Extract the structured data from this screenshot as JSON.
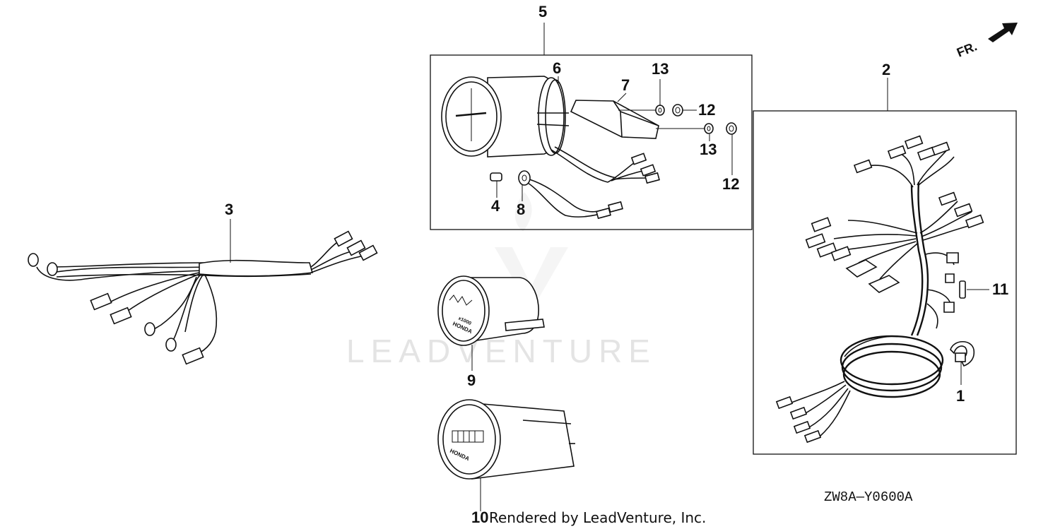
{
  "diagram": {
    "callouts": [
      {
        "id": "c1",
        "label": "1"
      },
      {
        "id": "c2",
        "label": "2"
      },
      {
        "id": "c3",
        "label": "3"
      },
      {
        "id": "c4",
        "label": "4"
      },
      {
        "id": "c5",
        "label": "5"
      },
      {
        "id": "c6",
        "label": "6"
      },
      {
        "id": "c7",
        "label": "7"
      },
      {
        "id": "c8",
        "label": "8"
      },
      {
        "id": "c9",
        "label": "9"
      },
      {
        "id": "c10",
        "label": "10"
      },
      {
        "id": "c11",
        "label": "11"
      },
      {
        "id": "c12a",
        "label": "12"
      },
      {
        "id": "c12b",
        "label": "12"
      },
      {
        "id": "c13a",
        "label": "13"
      },
      {
        "id": "c13b",
        "label": "13"
      }
    ],
    "direction_label": "FR.",
    "drawing_code": "ZW8A—Y0600A",
    "watermark": "LEADVENTURE",
    "credit": "Rendered by LeadVenture, Inc.",
    "gauge_brand": "HONDA",
    "gauge_9_text": "x1000"
  }
}
